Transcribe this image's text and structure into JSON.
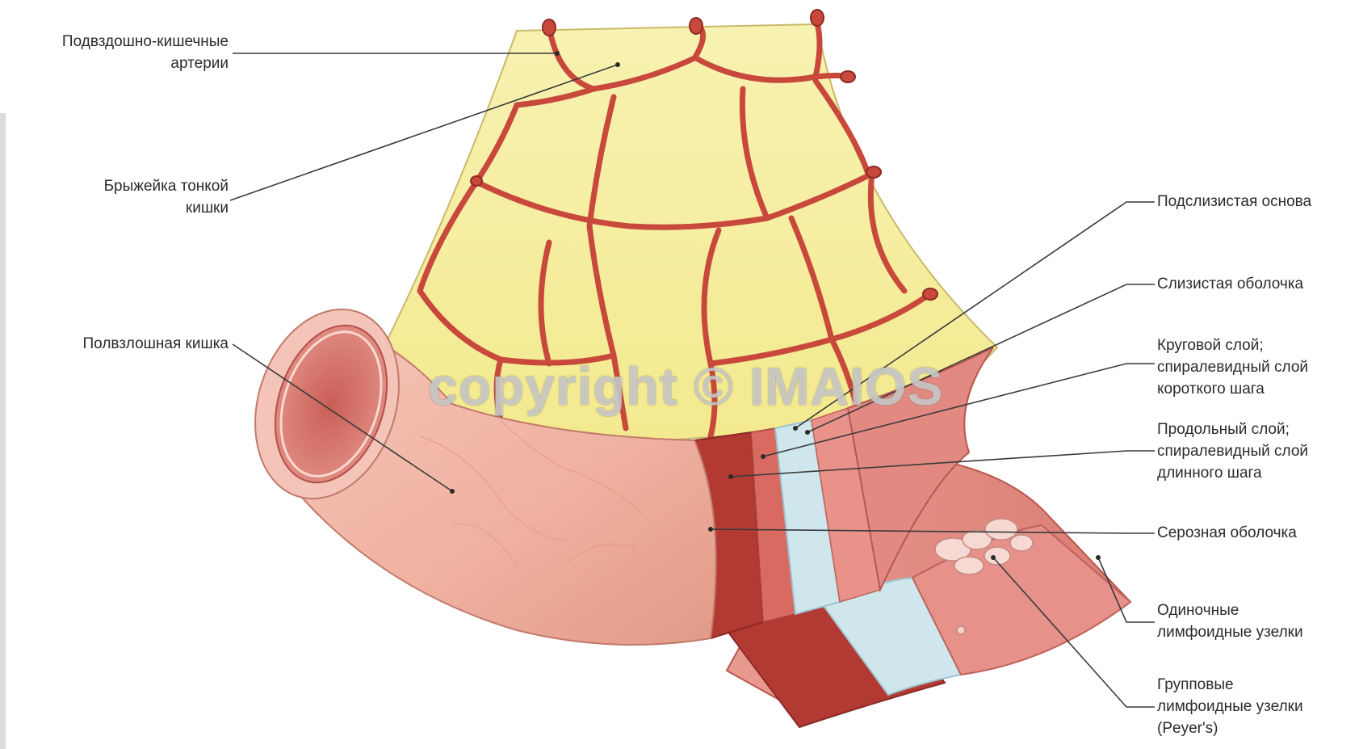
{
  "labels": {
    "ileal_arteries": "Подвздошно-кишечные\nартерии",
    "mesentery": "Брыжейка тонкой\nкишки",
    "ileum": "Полвзлошная кишка",
    "submucosa": "Подслизистая основа",
    "mucosa": "Слизистая оболочка",
    "circular_layer": "Круговой слой;\nспиралевидный слой\nкороткого шага",
    "longitudinal_layer": "Продольный слой;\nспиралевидный слой\nдлинного шага",
    "serosa": "Серозная оболочка",
    "solitary_nodules": "Одиночные\nлимфоидные узелки",
    "peyer_patches": "Групповые\nлимфоидные узелки\n(Peyer's)"
  },
  "watermark": "copyright © IMAIOS",
  "colors": {
    "mesentery": "#f7f0a4",
    "artery": "#c8493c",
    "intestine": "#f1b4a6",
    "muscle": "#b23a33",
    "submucosa": "#cfe6ec",
    "mucosa": "#e8928a"
  }
}
